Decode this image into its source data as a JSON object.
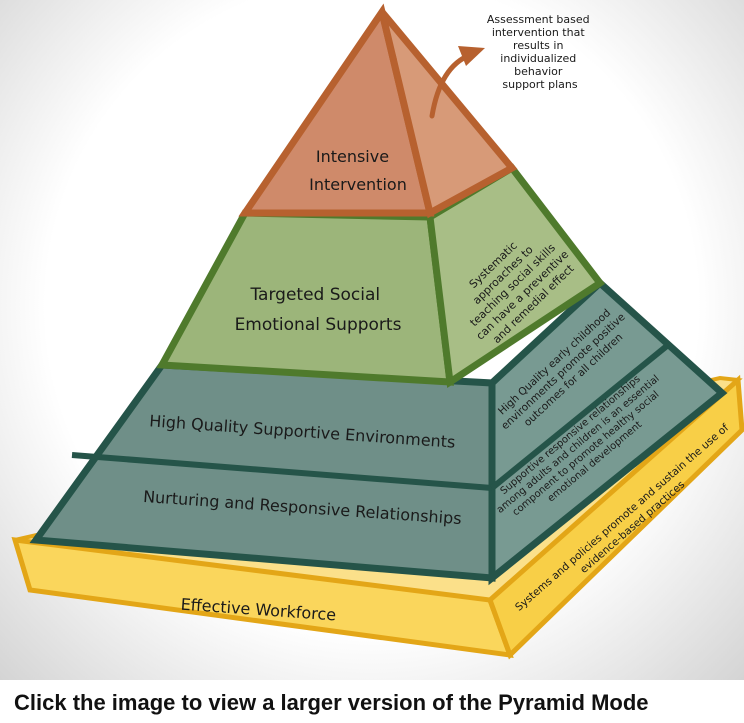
{
  "colors": {
    "apex": "#cf8a6a",
    "apex_side": "#d79a78",
    "apex_border": "#b7612f",
    "targeted": "#9cb57a",
    "targeted_side": "#a8be86",
    "targeted_border": "#4f7a2c",
    "universal": "#6f8f88",
    "universal_side": "#789a92",
    "universal_border": "#255449",
    "base": "#fad65c",
    "base_border": "#e3a617"
  },
  "pyramid": {
    "apex_note": [
      "Assessment based",
      "intervention that",
      "results in",
      "individualized",
      "behavior",
      "support plans"
    ],
    "tiers": {
      "intensive": [
        "Intensive",
        "Intervention"
      ],
      "targeted": [
        "Targeted Social",
        "Emotional Supports"
      ],
      "targeted_side": [
        "Systematic",
        "approaches to",
        "teaching social skills",
        "can have a preventive",
        "and remedial effect"
      ],
      "high_quality": "High Quality Supportive Environments",
      "high_quality_side": [
        "High Quality early childhood",
        "environments promote positive",
        "outcomes for all children"
      ],
      "nurturing": "Nurturing and Responsive Relationships",
      "nurturing_side": [
        "Supportive responsive relationships",
        "among adults and children is an essential",
        "component to promote healthy social",
        "emotional development"
      ],
      "workforce": "Effective Workforce",
      "workforce_side": [
        "Systems and policies promote and sustain the use of",
        "evidence-based practices"
      ]
    }
  },
  "caption": "Click the image to view a larger version of the Pyramid Mode"
}
